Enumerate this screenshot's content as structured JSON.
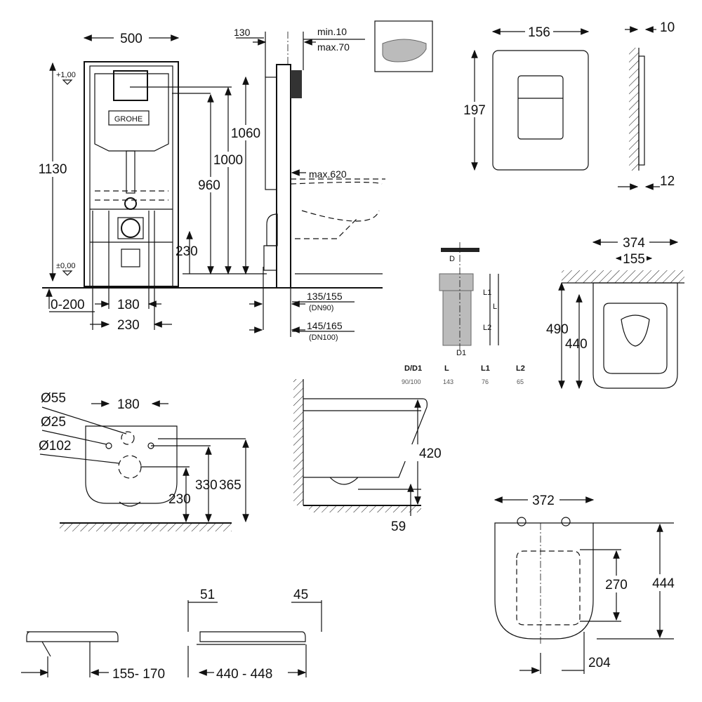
{
  "frame_view": {
    "width": "500",
    "height": "1130",
    "level_top": "+1,00",
    "level_zero": "±0,00",
    "h1000": "1000",
    "h960": "960",
    "h230": "230",
    "h1060": "1060",
    "adj": "0-200",
    "w180": "180",
    "w230": "230",
    "logo": "GROHE"
  },
  "side_view": {
    "d130": "130",
    "min": "min.10",
    "max": "max.70",
    "max620": "max.620",
    "dn90_val": "135/155",
    "dn90": "(DN90)",
    "dn100_val": "145/165",
    "dn100": "(DN100)"
  },
  "plate": {
    "width": "156",
    "height": "197",
    "depth_top": "10",
    "depth_bottom": "12"
  },
  "pipe": {
    "labels": {
      "d": "D",
      "d1": "D1",
      "l": "L",
      "l1": "L1",
      "l2": "L2"
    },
    "table": {
      "headers": [
        "D/D1",
        "L",
        "L1",
        "L2"
      ],
      "values": [
        "90/100",
        "143",
        "76",
        "65"
      ]
    }
  },
  "bowl_top": {
    "width": "374",
    "bolts": "155",
    "length": "490",
    "inner": "440"
  },
  "bowl_front": {
    "d55": "Ø55",
    "d25": "Ø25",
    "d102": "Ø102",
    "w180": "180",
    "h330": "330",
    "h365": "365",
    "h230": "230"
  },
  "bowl_side": {
    "height": "420",
    "gap": "59"
  },
  "seat_top": {
    "width": "372",
    "length": "444",
    "inner": "270",
    "offset": "204"
  },
  "seat_side": {
    "range": "155- 170",
    "t51": "51",
    "t45": "45",
    "length": "440 - 448"
  }
}
